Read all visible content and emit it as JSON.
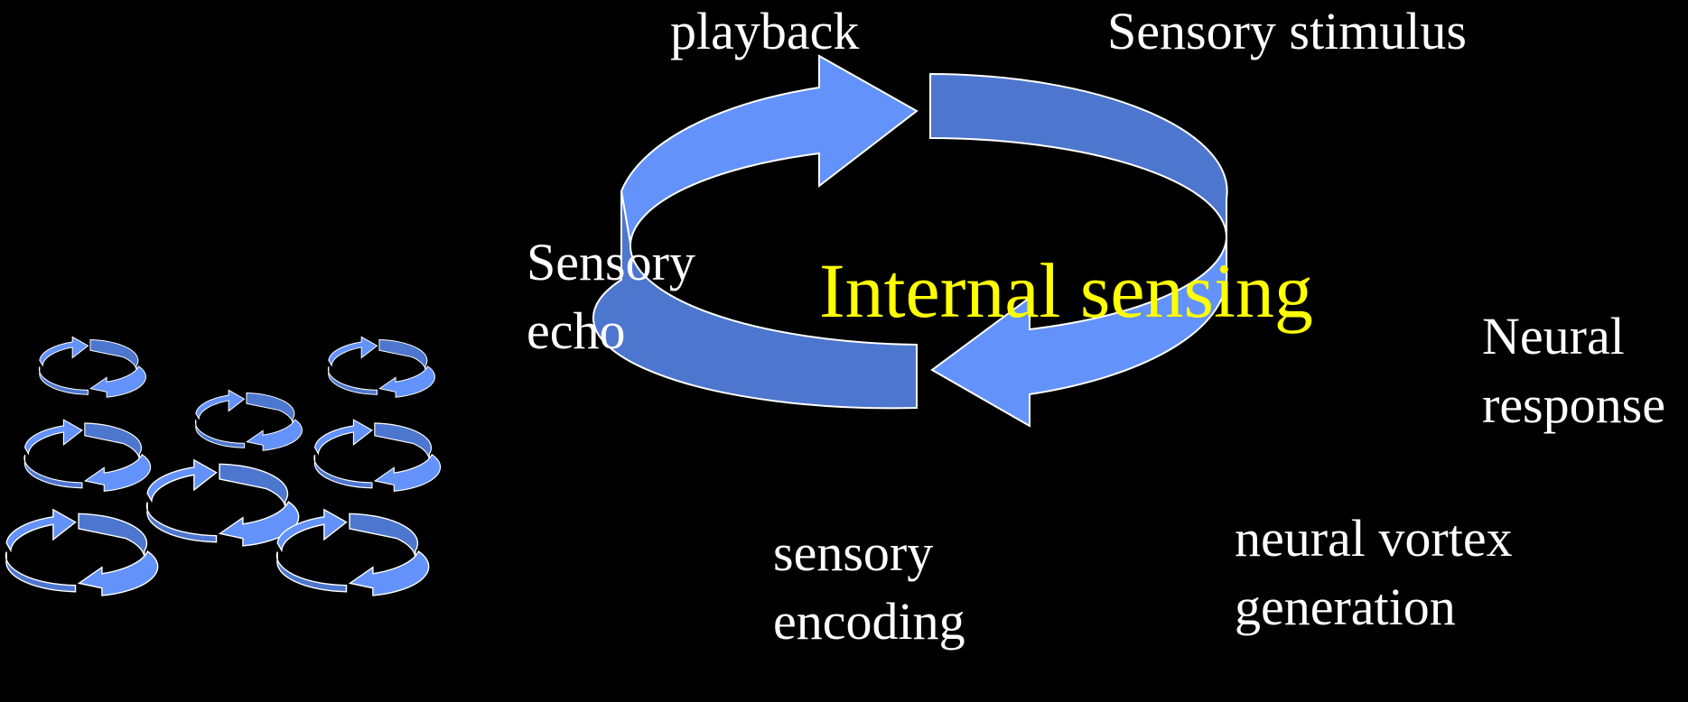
{
  "title": "Internal sensing",
  "labels": {
    "playback": "playback",
    "sensory_stimulus": "Sensory stimulus",
    "sensory_echo_1": "Sensory",
    "sensory_echo_2": "echo",
    "neural_response_1": "Neural",
    "neural_response_2": "response",
    "sensory_encoding_1": "sensory",
    "sensory_encoding_2": "encoding",
    "neural_vortex_1": "neural vortex",
    "neural_vortex_2": "generation"
  },
  "colors": {
    "background": "#000000",
    "label_text": "#ffffff",
    "title_text": "#ffff00",
    "arrow_light": "#6392fa",
    "arrow_dark": "#4d76cf",
    "arrow_outline": "#ffffff"
  }
}
